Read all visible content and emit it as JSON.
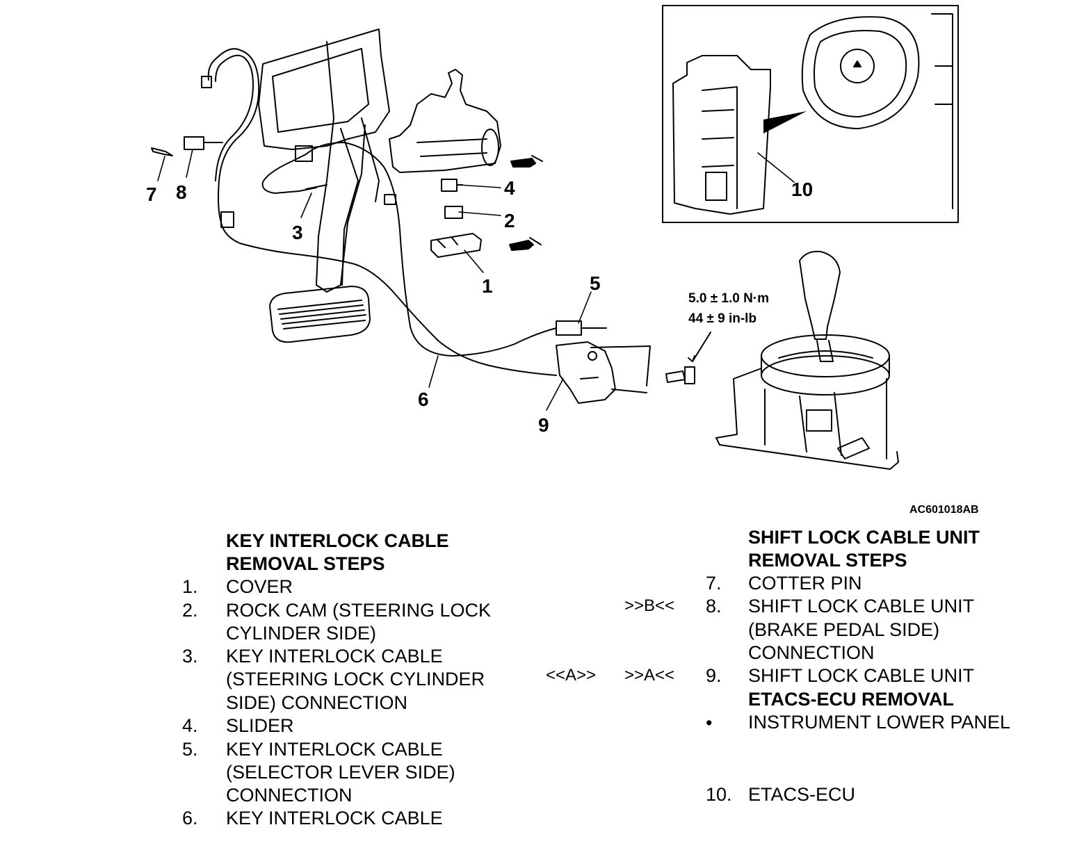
{
  "figure_id": "AC601018AB",
  "torque": {
    "line1": "5.0 ± 1.0 N·m",
    "line2": "44 ± 9 in-lb"
  },
  "callouts": [
    "1",
    "2",
    "3",
    "4",
    "5",
    "6",
    "7",
    "8",
    "9",
    "10"
  ],
  "key_interlock": {
    "heading_1": "KEY INTERLOCK CABLE",
    "heading_2": "REMOVAL STEPS",
    "steps": [
      {
        "num": "1.",
        "lines": [
          "COVER"
        ]
      },
      {
        "num": "2.",
        "lines": [
          "ROCK CAM (STEERING LOCK",
          "CYLINDER SIDE)"
        ]
      },
      {
        "num": "3.",
        "lines": [
          "KEY INTERLOCK CABLE",
          "(STEERING LOCK CYLINDER",
          "SIDE) CONNECTION"
        ]
      },
      {
        "num": "4.",
        "lines": [
          "SLIDER"
        ]
      },
      {
        "num": "5.",
        "lines": [
          "KEY INTERLOCK CABLE",
          "(SELECTOR LEVER SIDE)",
          "CONNECTION"
        ]
      },
      {
        "num": "6.",
        "lines": [
          "KEY INTERLOCK CABLE"
        ]
      }
    ]
  },
  "marks": {
    "a_removal": "<<A>>",
    "a_install": ">>A<<",
    "b_install": ">>B<<"
  },
  "shift_lock": {
    "heading_1": "SHIFT LOCK CABLE UNIT",
    "heading_2": "REMOVAL STEPS",
    "steps": [
      {
        "num": "7.",
        "lines": [
          "COTTER PIN"
        ]
      },
      {
        "num": "8.",
        "lines": [
          "SHIFT LOCK CABLE UNIT",
          "(BRAKE PEDAL SIDE)",
          "CONNECTION"
        ]
      },
      {
        "num": "9.",
        "lines": [
          "SHIFT LOCK CABLE UNIT"
        ]
      }
    ],
    "etacs_heading": "ETACS-ECU REMOVAL",
    "bullet": "•",
    "bullet_item": "INSTRUMENT LOWER PANEL",
    "step10_num": "10.",
    "step10_text": "ETACS-ECU"
  }
}
